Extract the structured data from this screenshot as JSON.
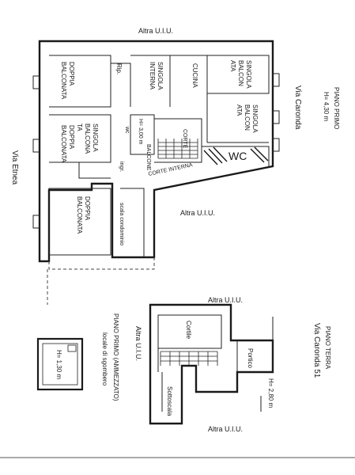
{
  "plan": {
    "street_labels": {
      "left": "Via Etnea",
      "right_upper": "Via Caronda",
      "right_lower": "Via Caronda 51"
    },
    "neighbor_labels": {
      "top": "Altra U.I.U.",
      "middle": "Altra U.I.U.",
      "lower_top": "Altra U.I.U.",
      "lower_bottom": "Altra U.I.U.",
      "lower_left": "Altra U.I.U."
    },
    "first_floor": {
      "title": "PIANO PRIMO",
      "height": "H= 4,30 m",
      "rooms": {
        "doppia_top_l1": "DOPPIA",
        "doppia_top_l2": "BALCONATA",
        "rip": "Rip.",
        "singola_interna_l1": "SINGOLA",
        "singola_interna_l2": "INTERNA",
        "cucina": "CUCINA",
        "singola_balc1_l1": "SINGOLA",
        "singola_balc1_l2": "BALCON",
        "singola_balc1_l3": "ATA",
        "singola_balc2_l1": "SINGOLA",
        "singola_balc2_l2": "BALCON",
        "singola_balc2_l3": "ATA",
        "singola_balc3_l1": "SINGOLA",
        "singola_balc3_l2": "BALCONA",
        "singola_balc3_l3": "TA",
        "doppia_mid_l1": "DOPPIA",
        "doppia_mid_l2": "BALCONATA",
        "doppia_bot_l1": "DOPPIA",
        "doppia_bot_l2": "BALCONATA",
        "wc_small": "wc",
        "wc_height": "H= 3,00 m",
        "ingresso": "ingr.",
        "corte": "CORTE",
        "balcone": "BALCONE",
        "corte_interna": "CORTE INTERNA",
        "wc_large": "WC",
        "scala": "scala condominio"
      }
    },
    "mezzanine": {
      "title": "PIANO PRIMO (AMMEZZATO)",
      "subtitle": "locale di sgombero",
      "height": "H= 1,30 m"
    },
    "ground_floor": {
      "title": "PIANO TERRA",
      "cortile": "Cortile",
      "portico": "Portico",
      "sottoscala": "Sottoscala",
      "height": "H= 2,80 m"
    }
  }
}
